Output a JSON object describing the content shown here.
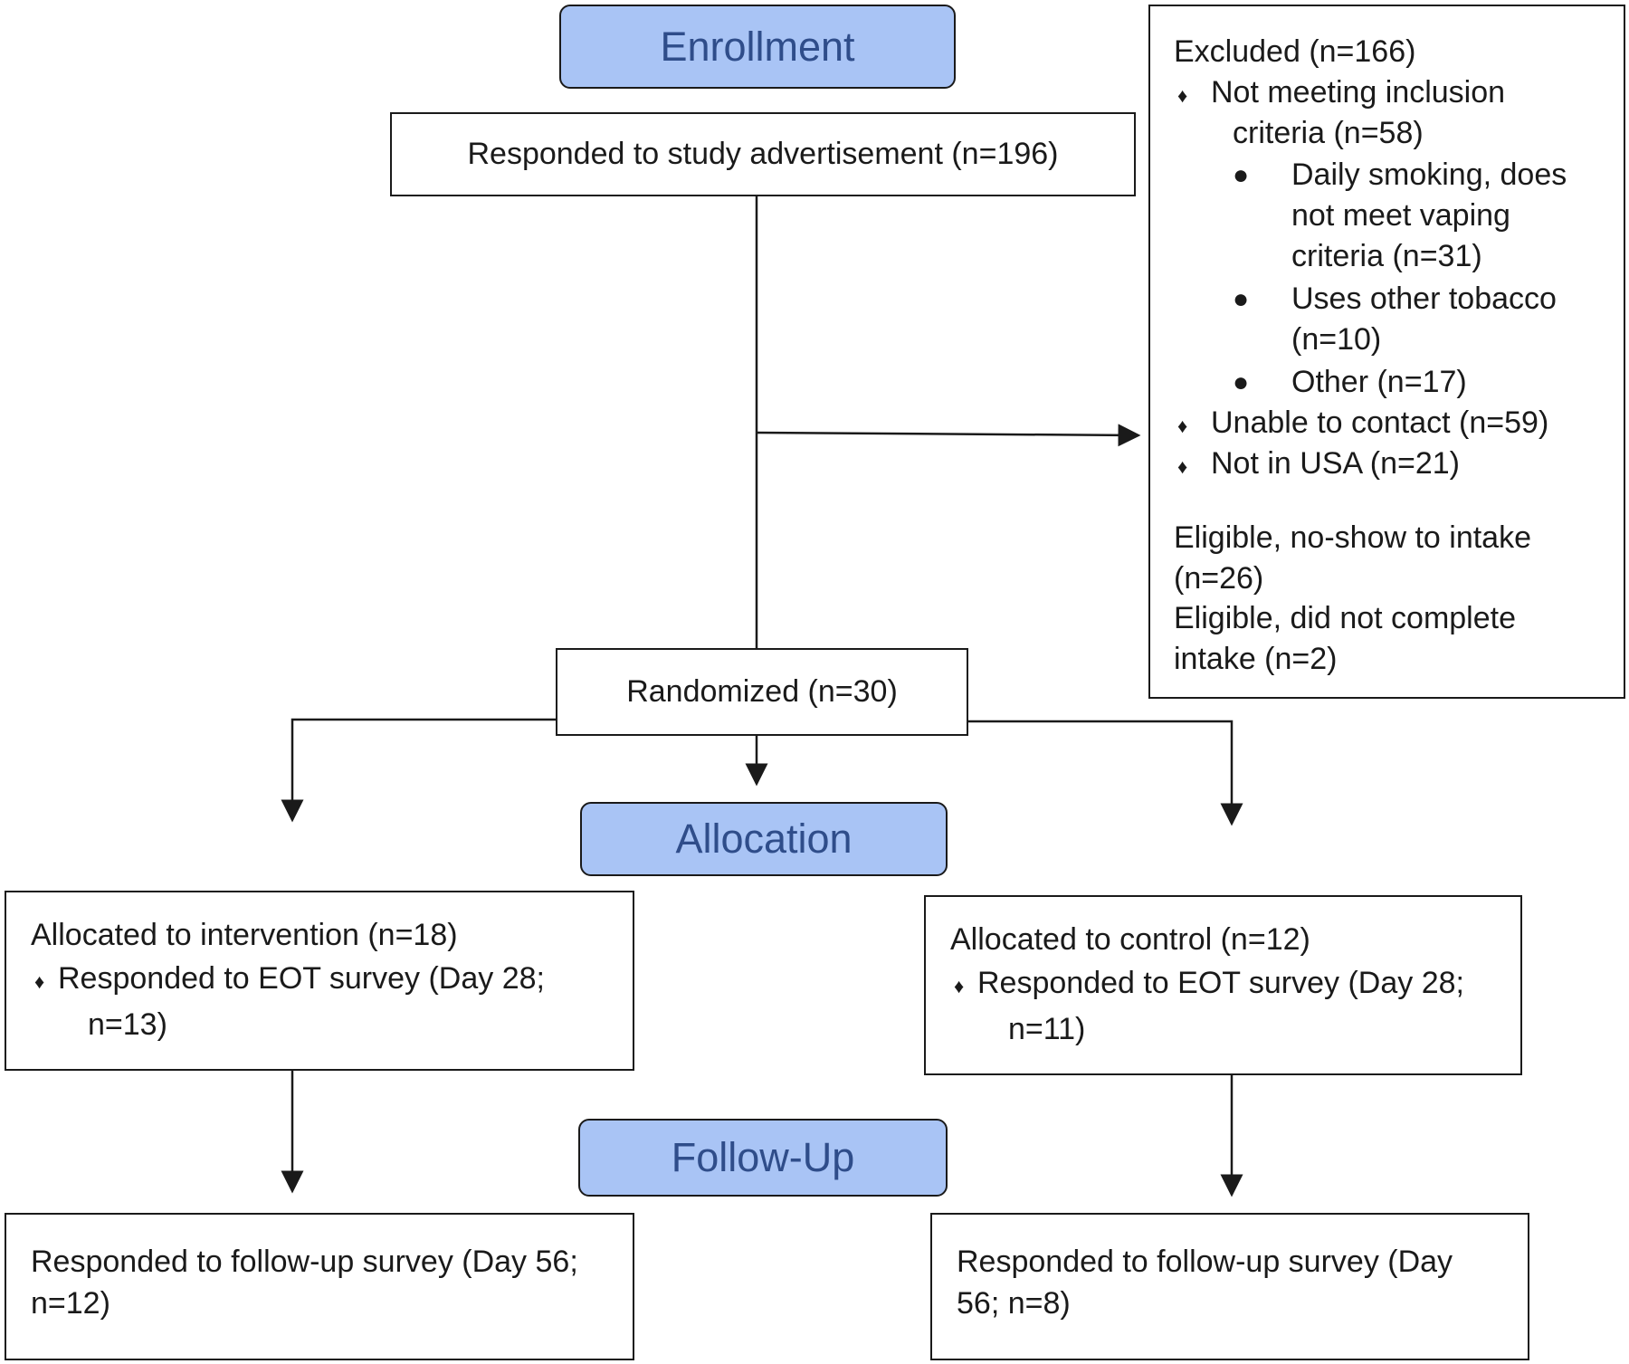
{
  "stages": {
    "enrollment": "Enrollment",
    "allocation": "Allocation",
    "follow_up": "Follow-Up"
  },
  "responded": "Responded to study advertisement (n=196)",
  "excluded": {
    "title": "Excluded (n=166)",
    "not_meeting_1": "Not meeting inclusion",
    "not_meeting_2": "criteria (n=58)",
    "daily_1": "Daily smoking, does",
    "daily_2": "not meet vaping",
    "daily_3": "criteria (n=31)",
    "other_tobacco_1": "Uses other tobacco",
    "other_tobacco_2": "(n=10)",
    "other": "Other (n=17)",
    "unable": "Unable to contact (n=59)",
    "not_usa": "Not in USA (n=21)",
    "noshow_1": "Eligible, no-show to intake",
    "noshow_2": "(n=26)",
    "incomplete_1": "Eligible, did not complete",
    "incomplete_2": "intake (n=2)"
  },
  "randomized": "Randomized (n=30)",
  "intervention": {
    "title": "Allocated to intervention (n=18)",
    "eot_1": "Responded to EOT survey (Day 28;",
    "eot_2": "n=13)"
  },
  "control": {
    "title": "Allocated to control (n=12)",
    "eot_1": "Responded to EOT survey (Day 28;",
    "eot_2": "n=11)"
  },
  "followup_intervention": {
    "line1": "Responded to follow-up survey (Day 56;",
    "line2": "n=12)"
  },
  "followup_control": {
    "line1": "Responded to follow-up survey (Day",
    "line2": "56; n=8)"
  },
  "glyphs": {
    "diamond": "♦",
    "bullet": "●"
  }
}
